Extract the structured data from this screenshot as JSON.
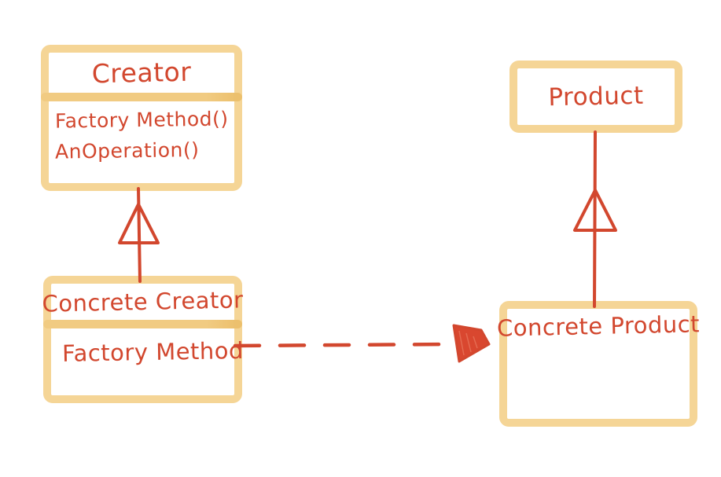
{
  "diagram": {
    "title": "Factory Method pattern diagram",
    "colors": {
      "background": "#ffffff",
      "box_border": "#f5d596",
      "divider": "#f1cb82",
      "ink": "#d2472e"
    },
    "nodes": {
      "creator": {
        "title": "Creator",
        "methods": [
          "Factory Method()",
          "AnOperation()"
        ]
      },
      "concrete_creator": {
        "title": "Concrete Creator",
        "methods": [
          "Factory Method"
        ]
      },
      "product": {
        "title": "Product",
        "methods": []
      },
      "concrete_product": {
        "title": "Concrete Product",
        "methods": []
      }
    },
    "edges": [
      {
        "from": "Concrete Creator",
        "to": "Creator",
        "type": "inheritance (hollow triangle)"
      },
      {
        "from": "Concrete Product",
        "to": "Product",
        "type": "inheritance (hollow triangle)"
      },
      {
        "from": "Concrete Creator / Factory Method",
        "to": "Concrete Product",
        "type": "dashed arrow (creates)"
      }
    ]
  }
}
